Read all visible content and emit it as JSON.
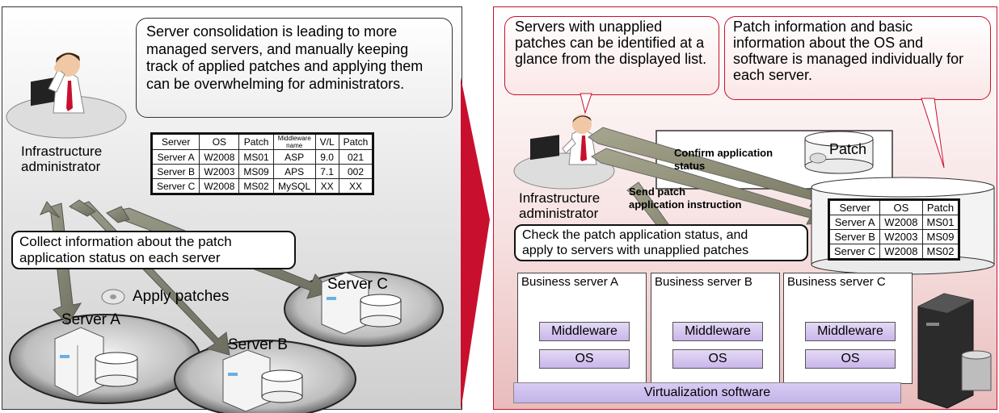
{
  "left": {
    "bubble_text": "Server consolidation is leading to more managed servers, and manually keeping track of applied patches and applying them can be overwhelming for administrators.",
    "admin_label_line1": "Infrastructure",
    "admin_label_line2": "administrator",
    "table": {
      "headers": [
        "Server",
        "OS",
        "Patch",
        "Middleware name",
        "V/L",
        "Patch"
      ],
      "rows": [
        [
          "Server A",
          "W2008",
          "MS01",
          "ASP",
          "9.0",
          "021"
        ],
        [
          "Server B",
          "W2003",
          "MS09",
          "APS",
          "7.1",
          "002"
        ],
        [
          "Server C",
          "W2008",
          "MS02",
          "MySQL",
          "XX",
          "XX"
        ]
      ]
    },
    "callout_line1": "Collect information about the patch",
    "callout_line2": "application status on each server",
    "apply_label": "Apply patches",
    "server_a": "Server A",
    "server_b": "Server B",
    "server_c": "Server C"
  },
  "right": {
    "bubble1": "Servers with unapplied patches can be identified at a glance from the displayed list.",
    "bubble2": "Patch information and basic information about the OS and software is managed individually for each server.",
    "admin_label_line1": "Infrastructure",
    "admin_label_line2": "administrator",
    "confirm_line1": "Confirm application",
    "confirm_line2": "status",
    "patch_db": "Patch",
    "send_line1": "Send patch",
    "send_line2": "application instruction",
    "table": {
      "headers": [
        "Server",
        "OS",
        "Patch"
      ],
      "rows": [
        [
          "Server A",
          "W2008",
          "MS01"
        ],
        [
          "Server B",
          "W2003",
          "MS09"
        ],
        [
          "Server C",
          "W2008",
          "MS02"
        ]
      ]
    },
    "callout_line1": "Check the patch application status, and",
    "callout_line2": "apply to servers with unapplied patches",
    "business_servers": [
      {
        "title": "Business server A",
        "middleware": "Middleware",
        "os": "OS"
      },
      {
        "title": "Business server B",
        "middleware": "Middleware",
        "os": "OS"
      },
      {
        "title": "Business server C",
        "middleware": "Middleware",
        "os": "OS"
      }
    ],
    "virtualization": "Virtualization software"
  },
  "colors": {
    "accent_red": "#c8102e",
    "arrow_gray": "#8a8a7a",
    "layer_purple": "#c9b6ea"
  }
}
